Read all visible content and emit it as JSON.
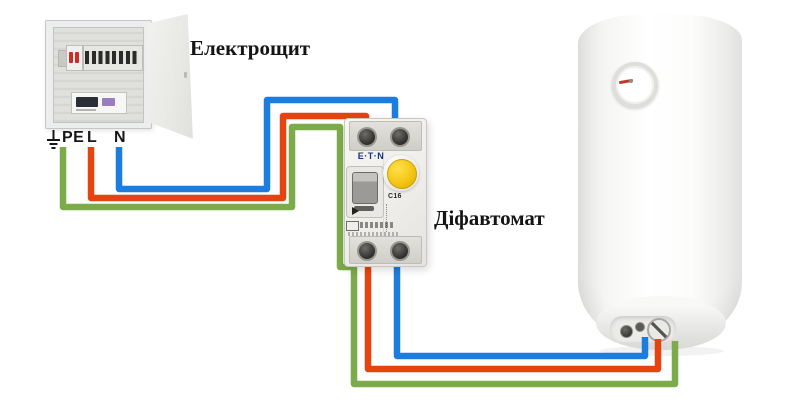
{
  "background": "#ffffff",
  "captions": {
    "panel": "Електрощит",
    "rcbo": "Діфавтомат"
  },
  "panel": {
    "terminals": {
      "pe": "PE",
      "line": "L",
      "neutral": "N"
    },
    "ground_icon": "earth-ground-icon"
  },
  "rcbo": {
    "brand": "E·T·N",
    "rating": "C16"
  },
  "colors": {
    "wire_earth": "#7cab49",
    "wire_line": "#e5430f",
    "wire_neutral": "#1b7de0",
    "test_button_yellow": "#f2c411",
    "brand_blue": "#16337e",
    "meter_accent_purple": "#9a7cc0",
    "main_breaker_red": "#cc2d25"
  },
  "wire_width": 6.5,
  "wires": [
    {
      "name": "neutral-wire",
      "color": "#1b7de0",
      "segments": [
        "119,147 119,189 267,189 267,100 395,100 395,127",
        "397,258 397,356 645,356 645,337"
      ]
    },
    {
      "name": "line-wire",
      "color": "#e5430f",
      "segments": [
        "91,147 91,198 283,198 283,116 366,116 366,127",
        "368,258 368,369 658,369 658,339"
      ]
    },
    {
      "name": "earth-wire",
      "color": "#7cab49",
      "segments": [
        "63,147 63,207 292,207 292,127 340,127 340,267 354,267 354,384 675,384 675,341"
      ]
    }
  ]
}
